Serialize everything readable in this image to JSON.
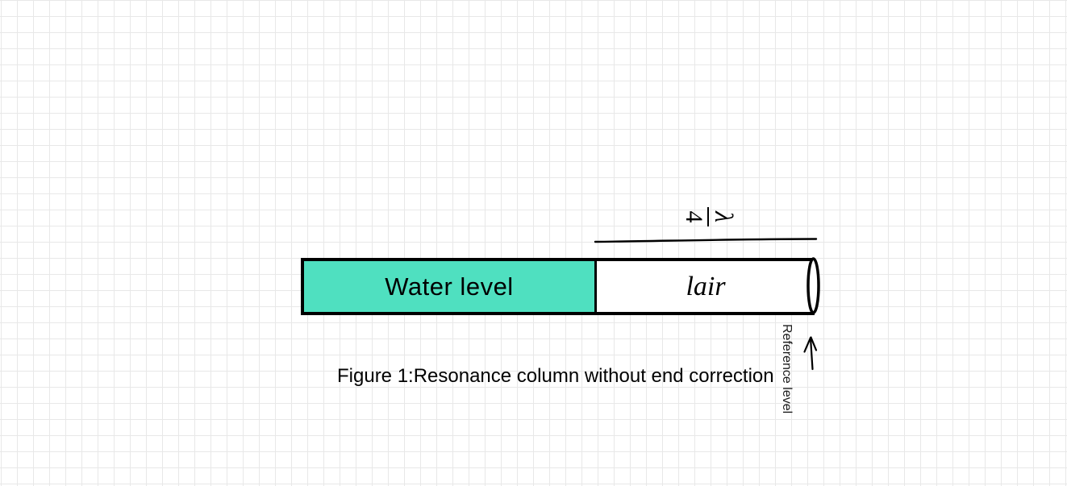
{
  "colors": {
    "background": "#ffffff",
    "grid_line": "#e8e8e8",
    "stroke": "#000000",
    "water_fill": "#4fe0c0"
  },
  "diagram": {
    "water_label": "Water level",
    "air_label": "lair",
    "fraction": {
      "numerator": "λ",
      "denominator": "4"
    },
    "reference_label": "Reference level",
    "caption": "Figure 1:Resonance column without end correction"
  }
}
